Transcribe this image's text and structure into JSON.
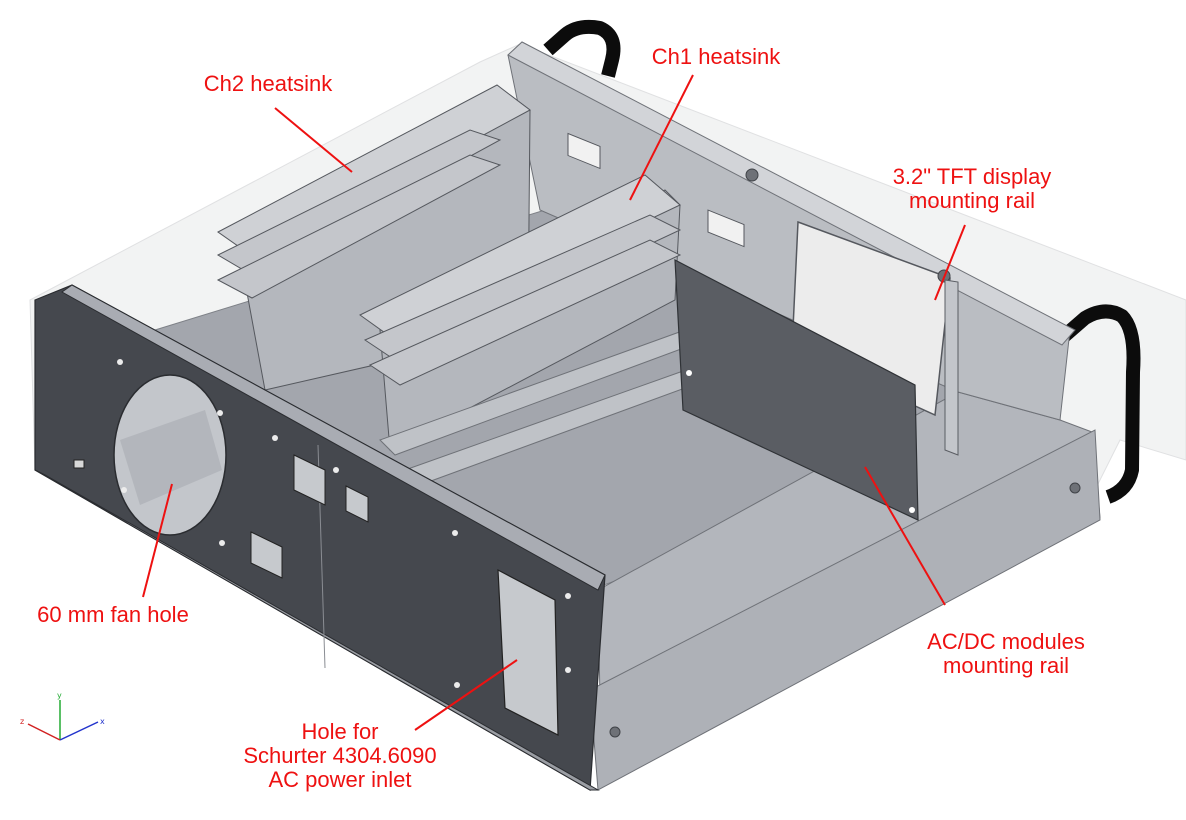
{
  "callouts": {
    "ch2_heatsink": "Ch2 heatsink",
    "ch1_heatsink": "Ch1 heatsink",
    "tft_rail": [
      "3.2\" TFT display",
      "mounting rail"
    ],
    "fan_hole": "60 mm fan hole",
    "acdc_rail": [
      "AC/DC modules",
      "mounting rail"
    ],
    "power_inlet": [
      "Hole for",
      "Schurter 4304.6090",
      "AC power inlet"
    ]
  },
  "triad": {
    "y": "y",
    "x": "x",
    "z": "z"
  },
  "colors": {
    "callout_text": "#ee1111",
    "leader_line": "#ee1111",
    "front_panel": "#45484e",
    "sheet_metal": "#a9acb3",
    "sheet_metal_light": "#c4c7cc",
    "floor": "#a3a6ad",
    "handle": "#0c0c0c",
    "cover_glass": "#eeeff0",
    "axis_x": "#d22222",
    "axis_y": "#22aa33",
    "axis_z": "#2233cc"
  }
}
